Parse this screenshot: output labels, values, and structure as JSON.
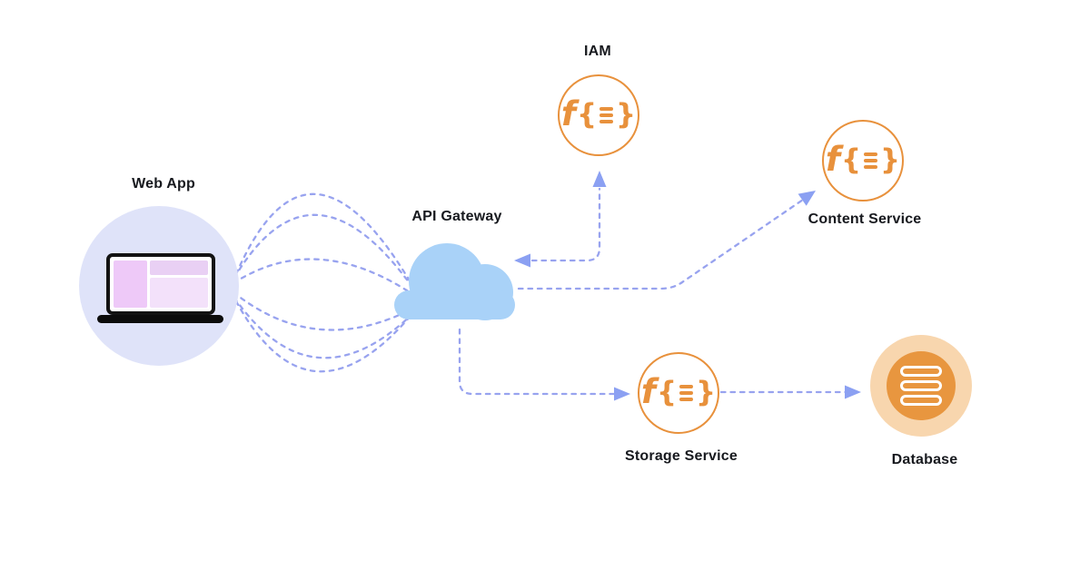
{
  "diagram": {
    "nodes": {
      "web_app": {
        "label": "Web App",
        "icon": "laptop-icon"
      },
      "api_gateway": {
        "label": "API Gateway",
        "icon": "cloud-icon"
      },
      "iam": {
        "label": "IAM",
        "icon": "function-icon"
      },
      "content_service": {
        "label": "Content Service",
        "icon": "function-icon"
      },
      "storage_service": {
        "label": "Storage Service",
        "icon": "function-icon"
      },
      "database": {
        "label": "Database",
        "icon": "database-icon"
      }
    },
    "function_glyph": {
      "f": "f",
      "open_brace": "{",
      "close_brace": "}"
    },
    "connections": [
      {
        "from": "web_app",
        "to": "api_gateway",
        "style": "curved-dashed-bundle",
        "arrows": "none"
      },
      {
        "from": "api_gateway",
        "to": "iam",
        "style": "elbow-dashed",
        "arrows": "both"
      },
      {
        "from": "api_gateway",
        "to": "content_service",
        "style": "elbow-dashed",
        "arrows": "end"
      },
      {
        "from": "api_gateway",
        "to": "storage_service",
        "style": "elbow-dashed",
        "arrows": "end"
      },
      {
        "from": "storage_service",
        "to": "database",
        "style": "straight-dashed",
        "arrows": "end"
      }
    ],
    "colors": {
      "orange": "#E8913C",
      "peach": "#F8D6AE",
      "db_inner": "#E8963F",
      "wire": "#98A3EF",
      "head": "#8BA0F2",
      "lavender": "#DFE3F9",
      "cloud": "#A9D2F8",
      "pink_a": "#EEC9F8",
      "pink_b": "#E9D0F4",
      "pink_c": "#F3E1FA",
      "ink": "#17191E"
    }
  }
}
